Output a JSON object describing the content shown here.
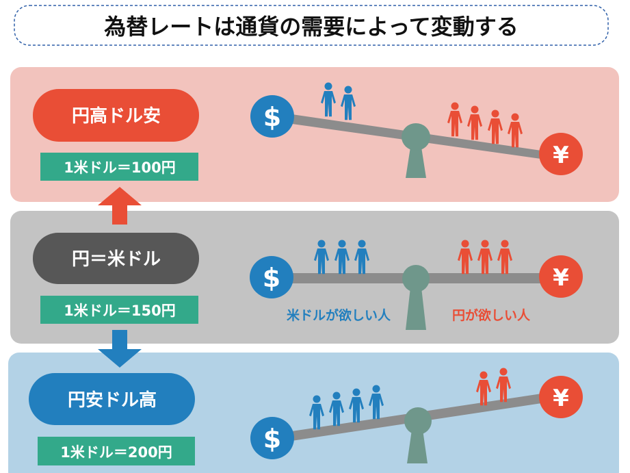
{
  "title": "為替レートは通貨の需要によって変動する",
  "colors": {
    "red": "#e94e36",
    "blue": "#227fbe",
    "green": "#33a98a",
    "dark": "#575757",
    "panel_pink": "#f2c3bd",
    "panel_gray": "#c3c3c3",
    "panel_blue": "#b3d2e6",
    "beam": "#8c8c8c",
    "fulcrum": "#6f978b"
  },
  "panels": [
    {
      "label": "円高ドル安",
      "rate": "1米ドル＝100円",
      "dollar_people": 2,
      "yen_people": 4
    },
    {
      "label": "円＝米ドル",
      "rate": "1米ドル＝150円",
      "dollar_people": 3,
      "yen_people": 3,
      "dollar_side_caption": "米ドルが欲しい人",
      "yen_side_caption": "円が欲しい人"
    },
    {
      "label": "円安ドル高",
      "rate": "1米ドル＝200円",
      "dollar_people": 4,
      "yen_people": 2
    }
  ],
  "symbols": {
    "dollar": "$",
    "yen": "¥"
  }
}
